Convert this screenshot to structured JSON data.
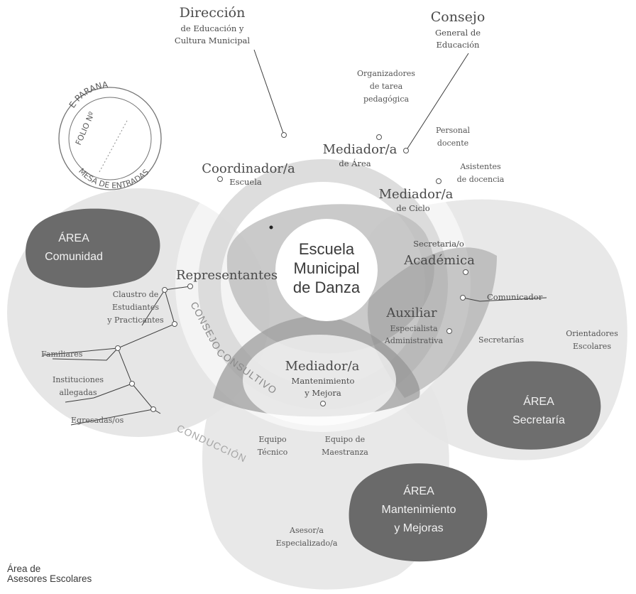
{
  "center": {
    "line1": "Escuela",
    "line2": "Municipal",
    "line3": "de Danza"
  },
  "top_entities": {
    "direccion": {
      "line1": "Dirección",
      "line2": "de Educación y",
      "line3": "Cultura Municipal"
    },
    "consejo": {
      "line1": "Consejo",
      "line2": "General de",
      "line3": "Educación"
    }
  },
  "roles": {
    "organizadores": {
      "line1": "Organizadores",
      "line2": "de tarea",
      "line3": "pedagógica"
    },
    "mediador_area": {
      "title": "Mediador/a",
      "sub": "de Área"
    },
    "personal_docente": {
      "line1": "Personal",
      "line2": "docente"
    },
    "coordinador": {
      "title": "Coordinador/a",
      "sub": "Escuela"
    },
    "asistentes": {
      "line1": "Asistentes",
      "line2": "de docencia"
    },
    "mediador_ciclo": {
      "title": "Mediador/a",
      "sub": "de Ciclo"
    },
    "secretaria_academica": {
      "line1": "Secretaria/o",
      "line2": "Académica"
    },
    "comunicador": "Comunicador",
    "auxiliar": {
      "title": "Auxiliar",
      "line2": "Especialista",
      "line3": "Administrativa"
    },
    "secretarias": "Secretarías",
    "orientadores": {
      "line1": "Orientadores",
      "line2": "Escolares"
    },
    "representantes": "Representantes",
    "claustro": {
      "line1": "Claustro de",
      "line2": "Estudiantes",
      "line3": "y Practicantes"
    },
    "familiares": "Familiares",
    "instituciones": {
      "line1": "Instituciones",
      "line2": "allegadas"
    },
    "egresadas": "Egresadas/os",
    "mediador_mant": {
      "title": "Mediador/a",
      "line2": "Mantenimiento",
      "line3": "y Mejora"
    },
    "equipo_tecnico": {
      "line1": "Equipo",
      "line2": "Técnico"
    },
    "equipo_maestranza": {
      "line1": "Equipo de",
      "line2": "Maestranza"
    },
    "asesor": {
      "line1": "Asesor/a",
      "line2": "Especializado/a"
    }
  },
  "areas": {
    "comunidad": {
      "line1": "ÁREA",
      "line2": "Comunidad"
    },
    "secretaria": {
      "line1": "ÁREA",
      "line2": "Secretaría"
    },
    "mantenimiento": {
      "line1": "ÁREA",
      "line2": "Mantenimiento",
      "line3": "y Mejoras"
    }
  },
  "ring_labels": {
    "consejo": "CONSEJO",
    "consultivo": "CONSULTIVO",
    "conduccion": "CONDUCCIÓN"
  },
  "stamp": {
    "top": "E PARANA",
    "side": "FOLIO Nº",
    "bottom": "MESA DE ENTRADAS"
  },
  "caption": {
    "line1": "Área de",
    "line2": "Asesores Escolares"
  },
  "colors": {
    "light_area": "#e6e6e6",
    "medium_area": "#c2c2c2",
    "dark_area": "#6e6e6e",
    "text": "#4a4a4a"
  }
}
